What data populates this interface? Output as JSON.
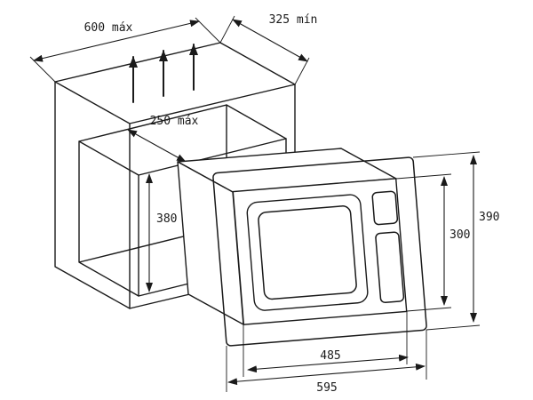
{
  "diagram": {
    "type": "installation-dimensions",
    "subject": "built-in microwave oven in kitchen cabinet niche",
    "units": "mm",
    "labels": {
      "cabinet_width": "600 máx",
      "cabinet_depth": "325 mín",
      "top_shelf_depth": "250 máx",
      "niche_height": "380",
      "oven_height": "300",
      "frame_height": "390",
      "oven_width": "485",
      "frame_width": "595"
    },
    "ventilation": {
      "arrow_count": 3,
      "direction": "up"
    },
    "colors": {
      "line": "#1a1a1a",
      "background": "#ffffff"
    }
  }
}
